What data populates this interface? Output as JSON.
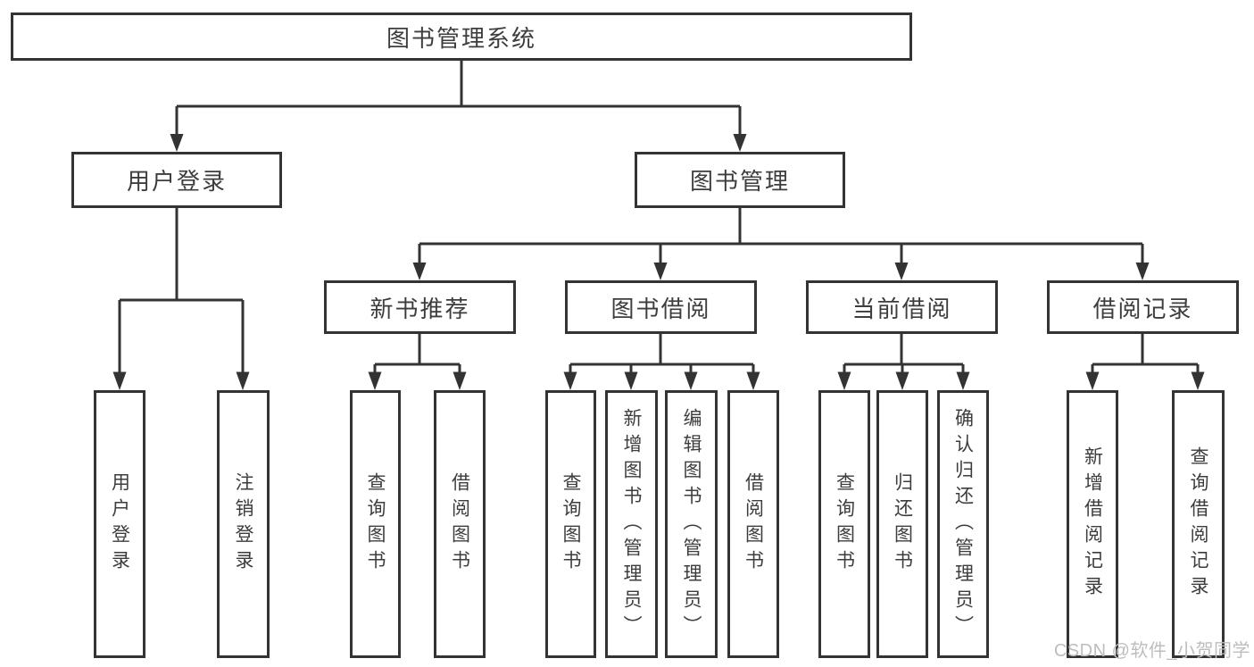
{
  "diagram": {
    "title": "图书管理系统",
    "watermark": "CSDN @软件_小贺同学",
    "colors": {
      "line": "#333333",
      "box_border": "#333333",
      "text": "#3d3d3d",
      "background": "#ffffff",
      "watermark": "#bdbdbd"
    },
    "tree": {
      "label": "图书管理系统",
      "children": [
        {
          "label": "用户登录",
          "children": [
            {
              "label": "用户登录"
            },
            {
              "label": "注销登录"
            }
          ]
        },
        {
          "label": "图书管理",
          "children": [
            {
              "label": "新书推荐",
              "children": [
                {
                  "label": "查询图书"
                },
                {
                  "label": "借阅图书"
                }
              ]
            },
            {
              "label": "图书借阅",
              "children": [
                {
                  "label": "查询图书"
                },
                {
                  "label": "新增图书（管理员）"
                },
                {
                  "label": "编辑图书（管理员）"
                },
                {
                  "label": "借阅图书"
                }
              ]
            },
            {
              "label": "当前借阅",
              "children": [
                {
                  "label": "查询图书"
                },
                {
                  "label": "归还图书"
                },
                {
                  "label": "确认归还（管理员）"
                }
              ]
            },
            {
              "label": "借阅记录",
              "children": [
                {
                  "label": "新增借阅记录"
                },
                {
                  "label": "查询借阅记录"
                }
              ]
            }
          ]
        }
      ]
    }
  }
}
